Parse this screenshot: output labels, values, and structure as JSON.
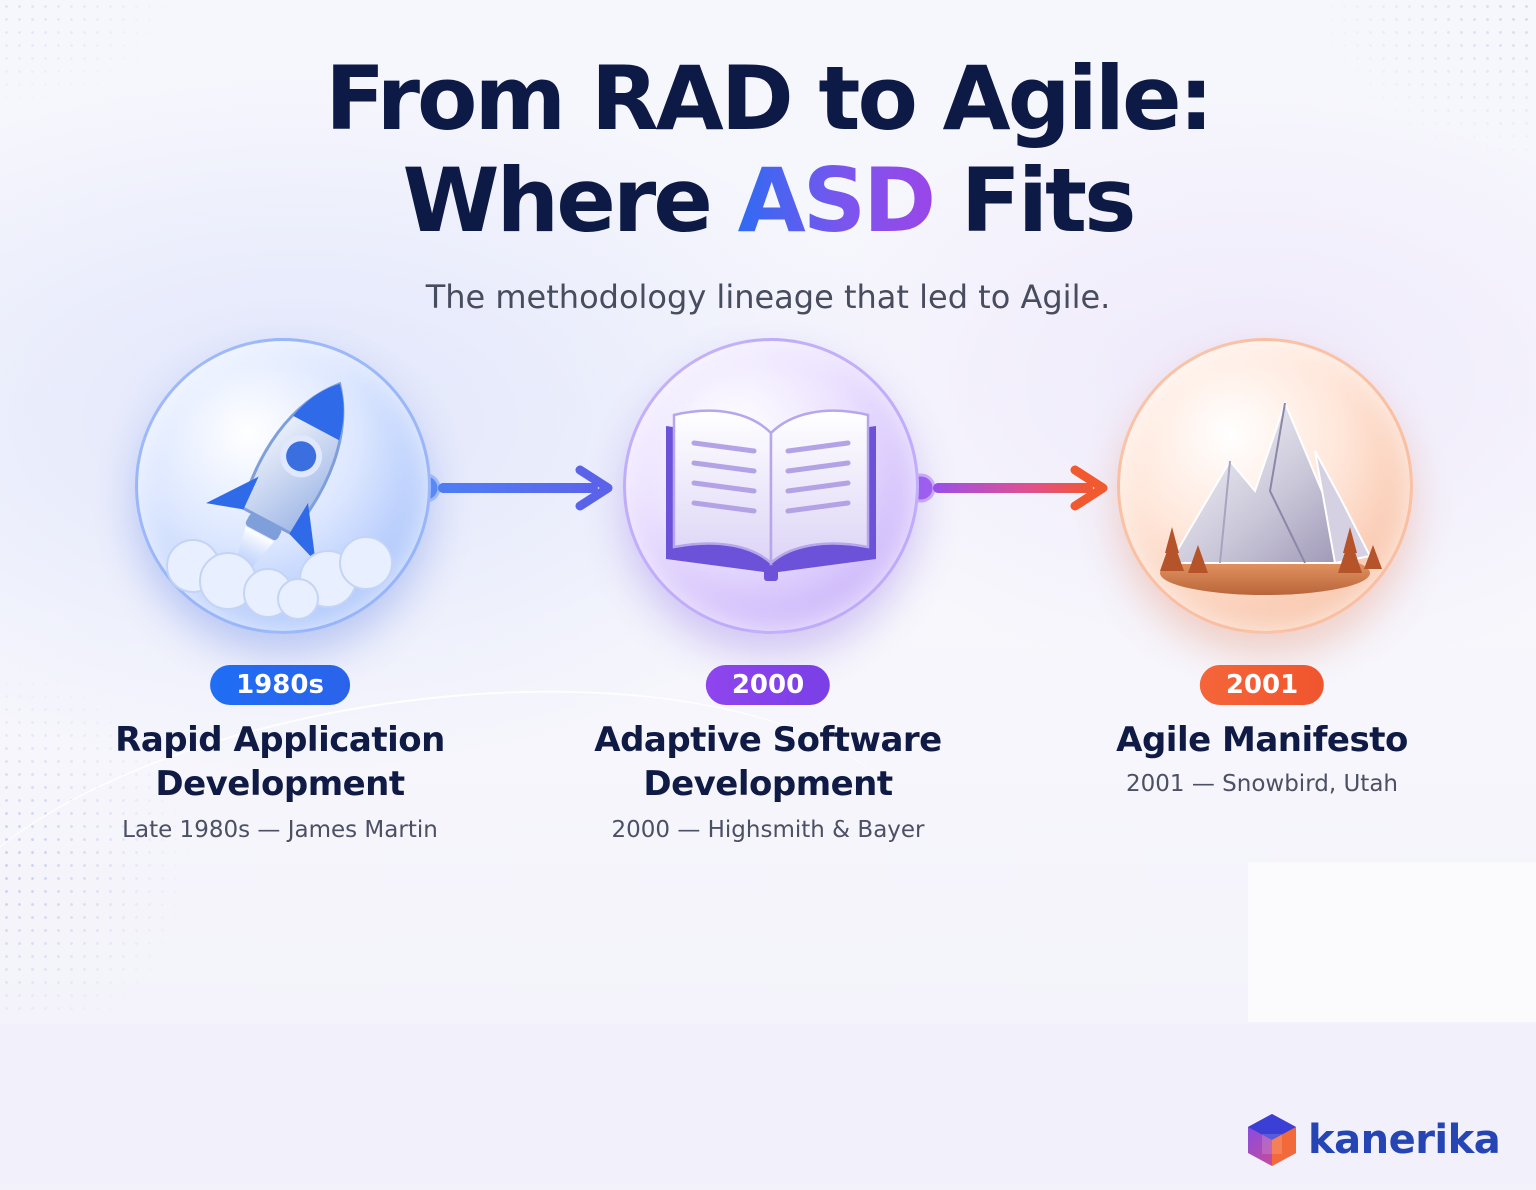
{
  "header": {
    "title_line1": "From RAD to Agile:",
    "title_line2_before": "Where ",
    "title_line2_accent": "ASD",
    "title_line2_after": " Fits",
    "subtitle": "The methodology lineage that led to Agile."
  },
  "steps": [
    {
      "icon": "rocket-icon",
      "badge": "1980s",
      "title": "Rapid Application Development",
      "subtitle": "Late 1980s — James Martin",
      "color": "#1f6ef5"
    },
    {
      "icon": "open-book-icon",
      "badge": "2000",
      "title": "Adaptive Software Development",
      "subtitle": "2000 — Highsmith & Bayer",
      "color": "#8a44ec"
    },
    {
      "icon": "mountain-icon",
      "badge": "2001",
      "title": "Agile Manifesto",
      "subtitle": "2001 — Snowbird, Utah",
      "color": "#f2592f"
    }
  ],
  "brand": {
    "name": "kanerika",
    "color": "#2545b5"
  }
}
